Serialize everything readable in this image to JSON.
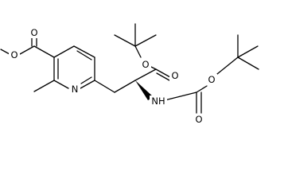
{
  "molecule": {
    "atoms": {
      "ester_o_carbonyl_ring": "O",
      "ester_o_methoxy": "O",
      "pyridine_n": "N",
      "tbu_ester_o": "O",
      "ester_o_carbonyl_chain": "O",
      "amide_nh": "NH",
      "boc_o_ether": "O",
      "boc_o_carbonyl": "O"
    }
  }
}
